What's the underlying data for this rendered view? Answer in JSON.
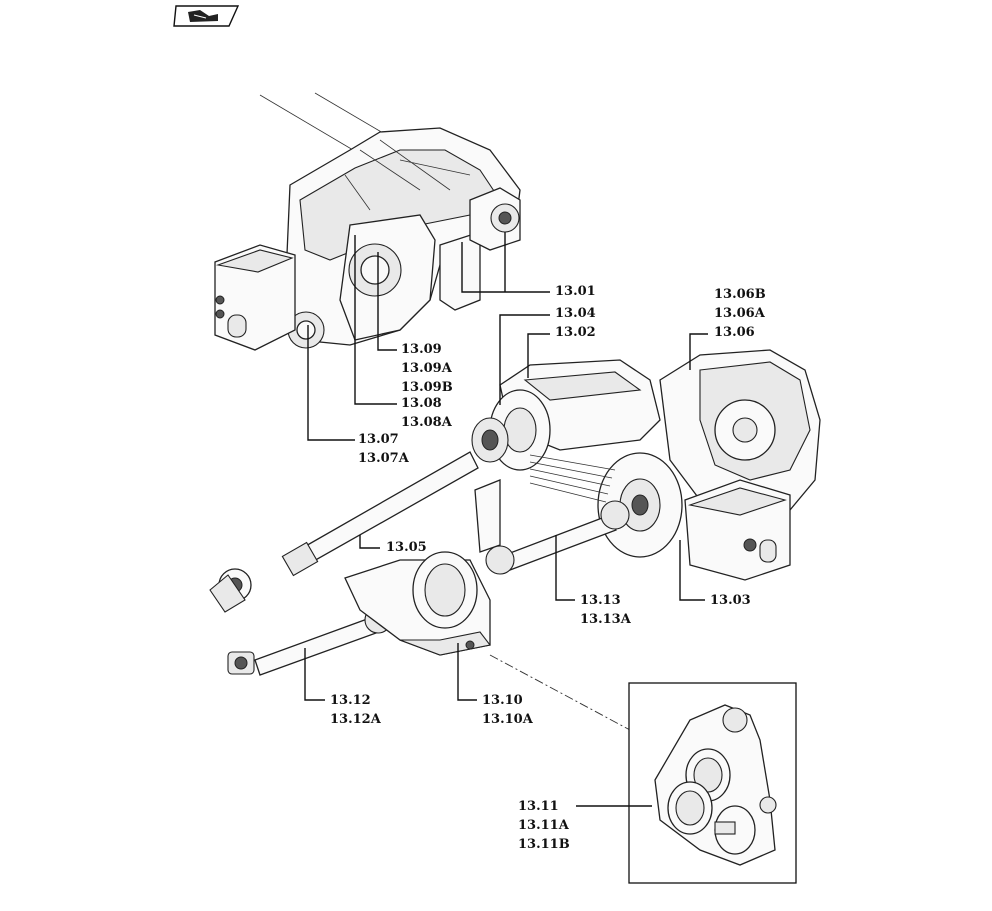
{
  "diagram": {
    "header_icon": "book-page-icon",
    "callouts": [
      {
        "id": "c1301",
        "lines": [
          "13.01"
        ]
      },
      {
        "id": "c1304",
        "lines": [
          "13.04"
        ]
      },
      {
        "id": "c1302",
        "lines": [
          "13.02"
        ]
      },
      {
        "id": "c1306",
        "lines": [
          "13.06B",
          "13.06A",
          "13.06"
        ]
      },
      {
        "id": "c1309",
        "lines": [
          "13.09",
          "13.09A",
          "13.09B"
        ]
      },
      {
        "id": "c1308",
        "lines": [
          "13.08",
          "13.08A"
        ]
      },
      {
        "id": "c1307",
        "lines": [
          "13.07",
          "13.07A"
        ]
      },
      {
        "id": "c1305",
        "lines": [
          "13.05"
        ]
      },
      {
        "id": "c1313",
        "lines": [
          "13.13",
          "13.13A"
        ]
      },
      {
        "id": "c1303",
        "lines": [
          "13.03"
        ]
      },
      {
        "id": "c1312",
        "lines": [
          "13.12",
          "13.12A"
        ]
      },
      {
        "id": "c1310",
        "lines": [
          "13.10",
          "13.10A"
        ]
      },
      {
        "id": "c1311",
        "lines": [
          "13.11",
          "13.11A",
          "13.11B"
        ]
      }
    ]
  }
}
